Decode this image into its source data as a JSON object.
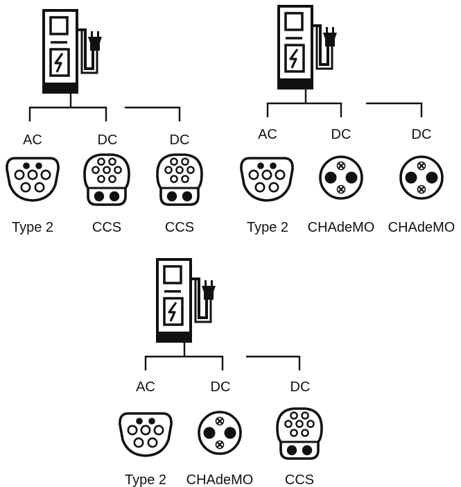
{
  "colors": {
    "ink": "#111111",
    "background": "#ffffff"
  },
  "stations": [
    {
      "connectors": [
        {
          "current": "AC",
          "type": "Type 2",
          "icon": "type2-connector-icon"
        },
        {
          "current": "DC",
          "type": "CCS",
          "icon": "ccs-connector-icon"
        },
        {
          "current": "DC",
          "type": "CCS",
          "icon": "ccs-connector-icon"
        }
      ]
    },
    {
      "connectors": [
        {
          "current": "AC",
          "type": "Type 2",
          "icon": "type2-connector-icon"
        },
        {
          "current": "DC",
          "type": "CHAdeMO",
          "icon": "chademo-connector-icon"
        },
        {
          "current": "DC",
          "type": "CHAdeMO",
          "icon": "chademo-connector-icon"
        }
      ]
    },
    {
      "connectors": [
        {
          "current": "AC",
          "type": "Type 2",
          "icon": "type2-connector-icon"
        },
        {
          "current": "DC",
          "type": "CHAdeMO",
          "icon": "chademo-connector-icon"
        },
        {
          "current": "DC",
          "type": "CCS",
          "icon": "ccs-connector-icon"
        }
      ]
    }
  ]
}
